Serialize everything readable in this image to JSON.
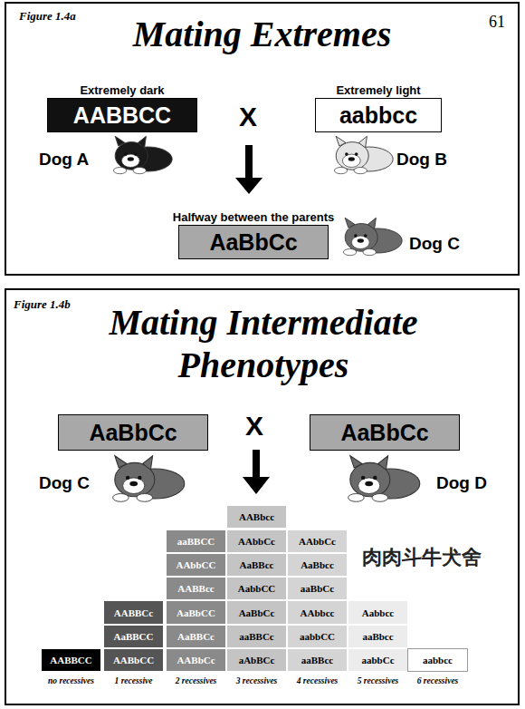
{
  "diagram": {
    "nodes": [
      {
        "text": [
          "Figure 1.4a",
          "Mating Extremes",
          "61"
        ]
      },
      {
        "text": [
          "Extremely dark",
          "AABBCC"
        ],
        "in": 0
      },
      {
        "text": [
          "Extremely light",
          "aabbcc"
        ],
        "in": 0
      },
      {
        "text": [
          "Halfway between the parents",
          "AaBbCc"
        ],
        "in": 0
      },
      {
        "text": [
          "Figure 1.4b",
          "Mating Intermediate Phenotypes"
        ]
      },
      {
        "text": [
          "AaBbCc"
        ],
        "in": 4
      },
      {
        "text": [
          "AaBbCc"
        ],
        "in": 4
      },
      {
        "text": [
          "AABBCC"
        ],
        "in": 4
      },
      {
        "text": [
          "AABBCc"
        ],
        "in": 4
      },
      {
        "text": [
          "AaBBCC"
        ],
        "in": 4
      },
      {
        "text": [
          "AABbCC"
        ],
        "in": 4
      },
      {
        "text": [
          "aaBBCC"
        ],
        "in": 4
      },
      {
        "text": [
          "AAbbCC"
        ],
        "in": 4
      },
      {
        "text": [
          "AABBcc"
        ],
        "in": 4
      },
      {
        "text": [
          "AaBbCC"
        ],
        "in": 4
      },
      {
        "text": [
          "AaBBCc"
        ],
        "in": 4
      },
      {
        "text": [
          "AABbCc"
        ],
        "in": 4
      },
      {
        "text": [
          "AABbcc"
        ],
        "in": 4
      },
      {
        "text": [
          "AAbbCc"
        ],
        "in": 4
      },
      {
        "text": [
          "AaBBcc"
        ],
        "in": 4
      },
      {
        "text": [
          "AabbCC"
        ],
        "in": 4
      },
      {
        "text": [
          "AaBbCc"
        ],
        "in": 4
      },
      {
        "text": [
          "aaBBCc"
        ],
        "in": 4
      },
      {
        "text": [
          "aAbBCc"
        ],
        "in": 4
      },
      {
        "text": [
          "AAbbCc"
        ],
        "in": 4
      },
      {
        "text": [
          "AaBbcc"
        ],
        "in": 4
      },
      {
        "text": [
          "aaBbCc"
        ],
        "in": 4
      },
      {
        "text": [
          "AAbbcc"
        ],
        "in": 4
      },
      {
        "text": [
          "aabbCC"
        ],
        "in": 4
      },
      {
        "text": [
          "aaBBcc"
        ],
        "in": 4
      },
      {
        "text": [
          "Aabbcc"
        ],
        "in": 4
      },
      {
        "text": [
          "aaBbcc"
        ],
        "in": 4
      },
      {
        "text": [
          "aabbCc"
        ],
        "in": 4
      },
      {
        "text": [
          "aabbcc"
        ],
        "in": 4
      }
    ],
    "labels": [
      "Dog A",
      "X",
      "Dog B",
      "Dog C",
      "X",
      "Dog C",
      "Dog D",
      "no recessives",
      "1 recessive",
      "2 recessives",
      "3 recessives",
      "4 recessives",
      "5 recessives",
      "6 recessives",
      "肉肉斗牛犬舍"
    ]
  }
}
